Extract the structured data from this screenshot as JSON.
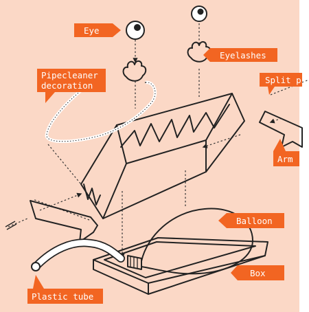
{
  "diagram": {
    "background_color": "#fbd8c6",
    "accent_color": "#f26522",
    "labels": {
      "eye": "Eye",
      "eyelashes": "Eyelashes",
      "pipecleaner_line1": "Pipecleaner",
      "pipecleaner_line2": "decoration",
      "split_pin": "Split pin",
      "arm": "Arm",
      "balloon": "Balloon",
      "box": "Box",
      "plastic_tube": "Plastic tube"
    }
  }
}
